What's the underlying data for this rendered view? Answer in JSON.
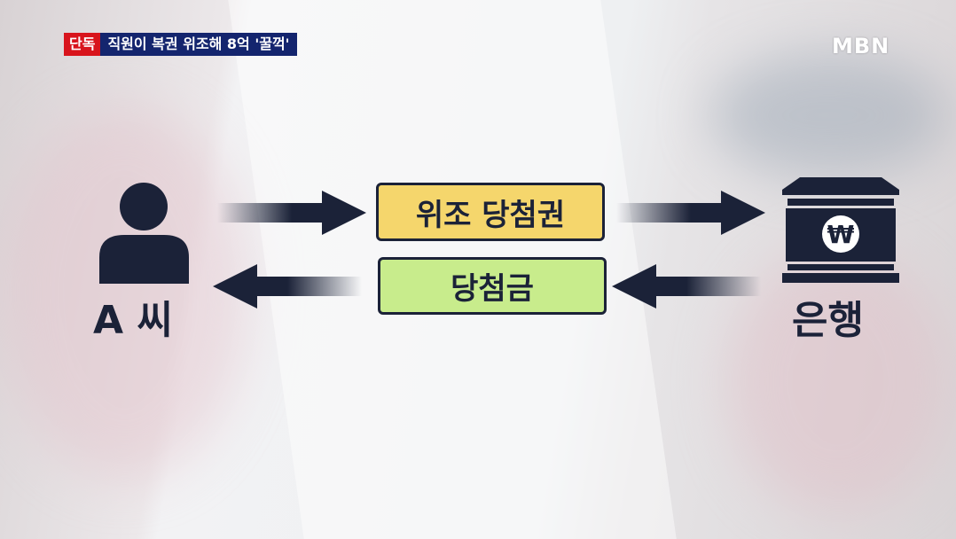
{
  "banner": {
    "tag": "단독",
    "headline": "직원이 복권 위조해 8억 '꿀꺽'"
  },
  "logo": "MBN",
  "diagram": {
    "person_label": "A 씨",
    "bank_label": "은행",
    "top_box": "위조 당첨권",
    "bottom_box": "당첨금",
    "bank_symbol": "₩"
  },
  "colors": {
    "navy": "#1b2238",
    "yellow": "#f5d66c",
    "green": "#c8ec8c",
    "red": "#d8141c",
    "blue": "#14256e"
  }
}
